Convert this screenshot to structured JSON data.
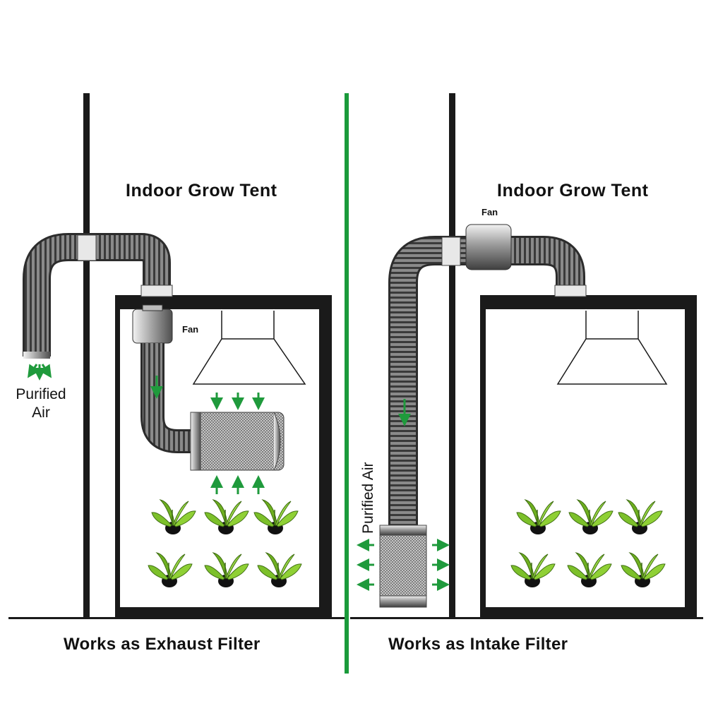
{
  "left_panel": {
    "title": "Indoor Grow Tent",
    "fan_label": "Fan",
    "air_label_line1": "Purified",
    "air_label_line2": "Air",
    "caption": "Works as Exhaust Filter"
  },
  "right_panel": {
    "title": "Indoor Grow Tent",
    "fan_label": "Fan",
    "air_label": "Purified Air",
    "caption": "Works as Intake Filter"
  },
  "colors": {
    "wall": "#1a1a1a",
    "divider": "#1a9a3a",
    "arrow": "#1f9a3c",
    "duct": "#7d7d7d",
    "leaf": "#7cc02a"
  },
  "icons": [
    "duct",
    "inline-fan-icon",
    "carbon-filter-icon",
    "grow-light-hood-icon",
    "plant-icon",
    "airflow-arrow-icon"
  ]
}
